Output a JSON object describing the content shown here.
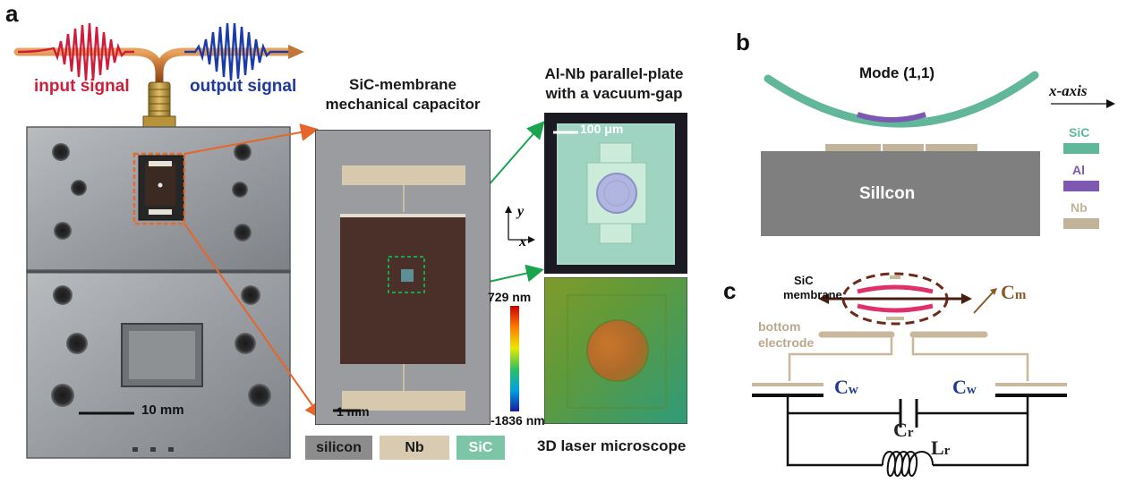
{
  "panels": {
    "a": "a",
    "b": "b",
    "c": "c"
  },
  "panel_a": {
    "input_signal": "input  signal",
    "output_signal": "output signal",
    "scale_10mm": "10 mm",
    "membrane_title_1": "SiC-membrane",
    "membrane_title_2": "mechanical capacitor",
    "scale_1mm": "1 mm",
    "plate_title_1": "Al-Nb parallel-plate",
    "plate_title_2": "with a vacuum-gap",
    "scale_100um": "100 μm",
    "axis_y": "y",
    "axis_x": "x",
    "colorbar_max": "729 nm",
    "colorbar_min": "-1836 nm",
    "legend": [
      {
        "label": "silicon",
        "color": "#8c8c8c"
      },
      {
        "label": "Nb",
        "color": "#d9cbb1"
      },
      {
        "label": "SiC",
        "color": "#7cc6a7"
      }
    ],
    "microscope_label": "3D laser microscope"
  },
  "panel_b": {
    "mode_label": "Mode (1,1)",
    "x_axis_label": "x-axis",
    "silicon_label": "Sillcon",
    "legend": [
      {
        "label": "SiC",
        "color": "#5fb89a"
      },
      {
        "label": "Al",
        "color": "#7d58b0"
      },
      {
        "label": "Nb",
        "color": "#c2b49a"
      }
    ]
  },
  "panel_c": {
    "membrane_line1": "SiC",
    "membrane_line2": "membrane",
    "cm_label": "C",
    "cm_sub": "m",
    "bottom_line1": "bottom",
    "bottom_line2": "electrode",
    "cw_left": "C",
    "cw_left_sub": "w",
    "cw_right": "C",
    "cw_right_sub": "w",
    "cr_label": "C",
    "cr_sub": "r",
    "lr_label": "L",
    "lr_sub": "r"
  }
}
